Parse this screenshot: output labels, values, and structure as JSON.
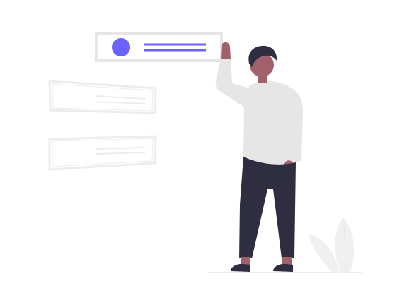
{
  "illustration": {
    "subject": "person-selecting-card",
    "colors": {
      "background": "#ffffff",
      "accent": "#6c63ff",
      "card_outline": "#e6e6e6",
      "faded_card_outline": "#ececec",
      "shirt": "#e6e6e6",
      "pants": "#2f2e41",
      "skin": "#a0616a",
      "hair": "#2f2e41",
      "shoes": "#2f2e41",
      "plant": "#f0f0f0",
      "ground": "#e6e6e6"
    },
    "icons": {
      "active_card_avatar": "circle-avatar",
      "plant": "leaf-plant"
    }
  }
}
